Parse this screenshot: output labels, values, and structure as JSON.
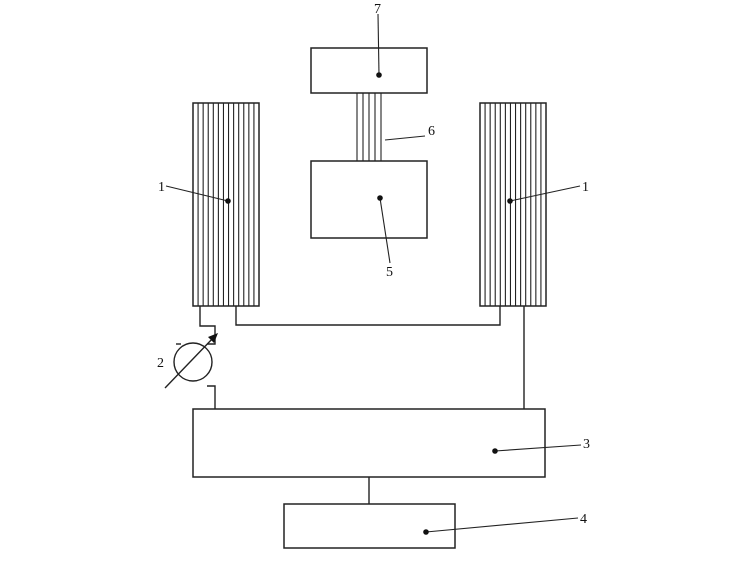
{
  "diagram": {
    "labels": {
      "left_panel": "1",
      "right_panel": "1",
      "meter": "2",
      "unit_3": "3",
      "unit_4": "4",
      "unit_5": "5",
      "bundle": "6",
      "unit_7": "7"
    }
  }
}
